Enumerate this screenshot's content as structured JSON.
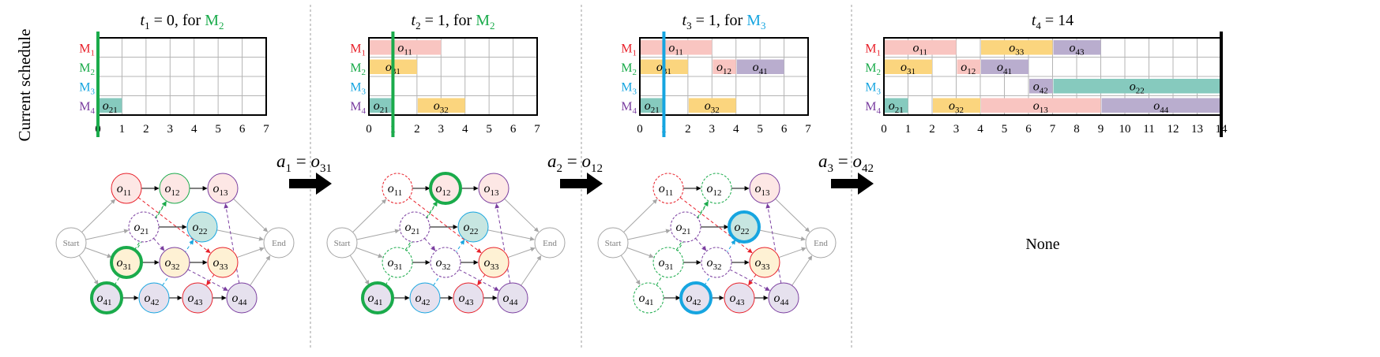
{
  "colors": {
    "m1": "#e8202a",
    "m2": "#1aab4b",
    "m3": "#16a5e0",
    "m4": "#7b3fa0",
    "job1_fill": "#f9c5c1",
    "job2_fill": "#86cabe",
    "job3_fill": "#fbd57e",
    "job4_fill": "#b9adce",
    "node1_fill": "#fde7e5",
    "node2_fill": "#c7e6e1",
    "node3_fill": "#fef1d4",
    "node4_fill": "#e6e1ee"
  },
  "side_label": "Current schedule",
  "machines": [
    {
      "base": "M",
      "sub": "1"
    },
    {
      "base": "M",
      "sub": "2"
    },
    {
      "base": "M",
      "sub": "3"
    },
    {
      "base": "M",
      "sub": "4"
    }
  ],
  "panels": [
    {
      "title": {
        "t": "t",
        "sub": "1",
        "eq": " = 0, for ",
        "m": "M",
        "msub": "2",
        "mcolor": "m2"
      },
      "axis_max": 7,
      "ticks": [
        "0",
        "1",
        "2",
        "3",
        "4",
        "5",
        "6",
        "7"
      ],
      "time_line": {
        "t": 0,
        "color": "m2"
      },
      "bars": [
        {
          "machine": 4,
          "start": 0,
          "end": 1,
          "job": 2,
          "op": "2",
          "label": "1"
        }
      ],
      "action": {
        "a": "a",
        "sub": "1",
        "eq": " = ",
        "o": "o",
        "osub": "31"
      }
    },
    {
      "title": {
        "t": "t",
        "sub": "2",
        "eq": " = 1, for ",
        "m": "M",
        "msub": "2",
        "mcolor": "m2"
      },
      "axis_max": 7,
      "ticks": [
        "0",
        "1",
        "2",
        "3",
        "4",
        "5",
        "6",
        "7"
      ],
      "time_line": {
        "t": 1,
        "color": "m2"
      },
      "bars": [
        {
          "machine": 1,
          "start": 0,
          "end": 3,
          "job": 1,
          "op": "1",
          "label": "1"
        },
        {
          "machine": 2,
          "start": 0,
          "end": 2,
          "job": 3,
          "op": "3",
          "label": "1"
        },
        {
          "machine": 4,
          "start": 0,
          "end": 1,
          "job": 2,
          "op": "2",
          "label": "1"
        },
        {
          "machine": 4,
          "start": 2,
          "end": 4,
          "job": 3,
          "op": "3",
          "label": "2"
        }
      ],
      "action": {
        "a": "a",
        "sub": "2",
        "eq": " = ",
        "o": "o",
        "osub": "12"
      }
    },
    {
      "title": {
        "t": "t",
        "sub": "3",
        "eq": " = 1, for ",
        "m": "M",
        "msub": "3",
        "mcolor": "m3"
      },
      "axis_max": 7,
      "ticks": [
        "0",
        "1",
        "2",
        "3",
        "4",
        "5",
        "6",
        "7"
      ],
      "time_line": {
        "t": 1,
        "color": "m3"
      },
      "bars": [
        {
          "machine": 1,
          "start": 0,
          "end": 3,
          "job": 1,
          "op": "1",
          "label": "1"
        },
        {
          "machine": 2,
          "start": 0,
          "end": 2,
          "job": 3,
          "op": "3",
          "label": "1"
        },
        {
          "machine": 2,
          "start": 3,
          "end": 4,
          "job": 1,
          "op": "1",
          "label": "2"
        },
        {
          "machine": 2,
          "start": 4,
          "end": 6,
          "job": 4,
          "op": "4",
          "label": "1"
        },
        {
          "machine": 4,
          "start": 0,
          "end": 1,
          "job": 2,
          "op": "2",
          "label": "1"
        },
        {
          "machine": 4,
          "start": 2,
          "end": 4,
          "job": 3,
          "op": "3",
          "label": "2"
        }
      ],
      "action": {
        "a": "a",
        "sub": "3",
        "eq": " = ",
        "o": "o",
        "osub": "42"
      }
    },
    {
      "title": {
        "t": "t",
        "sub": "4",
        "eq": " = 14",
        "m": "",
        "msub": "",
        "mcolor": "m2"
      },
      "axis_max": 14,
      "ticks": [
        "0",
        "1",
        "2",
        "3",
        "4",
        "5",
        "6",
        "7",
        "8",
        "9",
        "10",
        "11",
        "12",
        "13",
        "14"
      ],
      "time_line": {
        "t": 14,
        "color": "black"
      },
      "bars": [
        {
          "machine": 1,
          "start": 0,
          "end": 3,
          "job": 1,
          "op": "1",
          "label": "1"
        },
        {
          "machine": 1,
          "start": 4,
          "end": 7,
          "job": 3,
          "op": "3",
          "label": "3"
        },
        {
          "machine": 1,
          "start": 7,
          "end": 9,
          "job": 4,
          "op": "4",
          "label": "3"
        },
        {
          "machine": 2,
          "start": 0,
          "end": 2,
          "job": 3,
          "op": "3",
          "label": "1"
        },
        {
          "machine": 2,
          "start": 3,
          "end": 4,
          "job": 1,
          "op": "1",
          "label": "2"
        },
        {
          "machine": 2,
          "start": 4,
          "end": 6,
          "job": 4,
          "op": "4",
          "label": "1"
        },
        {
          "machine": 3,
          "start": 6,
          "end": 7,
          "job": 4,
          "op": "4",
          "label": "2"
        },
        {
          "machine": 3,
          "start": 7,
          "end": 14,
          "job": 2,
          "op": "2",
          "label": "2"
        },
        {
          "machine": 4,
          "start": 0,
          "end": 1,
          "job": 2,
          "op": "2",
          "label": "1"
        },
        {
          "machine": 4,
          "start": 2,
          "end": 4,
          "job": 3,
          "op": "3",
          "label": "2"
        },
        {
          "machine": 4,
          "start": 4,
          "end": 9,
          "job": 1,
          "op": "1",
          "label": "3"
        },
        {
          "machine": 4,
          "start": 9,
          "end": 14,
          "job": 4,
          "op": "4",
          "label": "4"
        }
      ],
      "empty_text": "None"
    }
  ],
  "graph": {
    "start_label": "Start",
    "end_label": "End",
    "op_letter": "o",
    "nodes": [
      "11",
      "12",
      "13",
      "21",
      "22",
      "31",
      "32",
      "33",
      "41",
      "42",
      "43",
      "44"
    ]
  }
}
